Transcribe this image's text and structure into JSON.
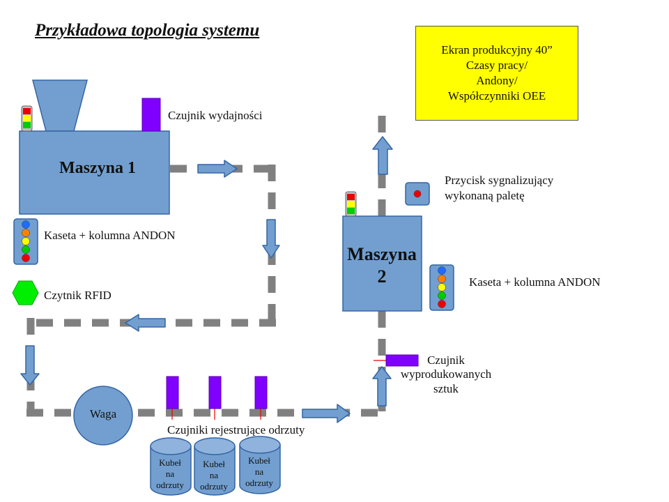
{
  "title": "Przykładowa topologia systemu",
  "panel": {
    "lines": [
      "Ekran produkcyjny 40”",
      "Czasy pracy/",
      "Andony/",
      "Współczynniki OEE"
    ],
    "color": "#ffff00"
  },
  "machine1": {
    "label": "Maszyna 1"
  },
  "machine2": {
    "line1": "Maszyna",
    "line2": "2"
  },
  "labels": {
    "throughput_sensor": "Czujnik wydajności",
    "andon1": "Kaseta + kolumna ANDON",
    "rfid": "Czytnik RFID",
    "button_l1": "Przycisk sygnalizujący",
    "button_l2": "wykonaną paletę",
    "andon2": "Kaseta + kolumna ANDON",
    "produced_l1": "Czujnik",
    "produced_l2": "wyprodukowanych",
    "produced_l3": "sztuk",
    "reject_sensors": "Czujniki rejestrujące odrzuty",
    "scale": "Waga"
  },
  "bins": [
    {
      "line1": "Kubeł",
      "line2": "na",
      "line3": "odrzuty"
    },
    {
      "line1": "Kubeł",
      "line2": "na",
      "line3": "odrzuty"
    },
    {
      "line1": "Kubeł",
      "line2": "na",
      "line3": "odrzuty"
    }
  ],
  "colors": {
    "machine": "#729fcf",
    "machine_border": "#3465a4",
    "sensor": "#8000ff",
    "rfid": "#00ee00",
    "conveyor": "#808080",
    "andon": [
      "#1e6cff",
      "#ff8000",
      "#ffff00",
      "#00cc00",
      "#ee0000"
    ]
  }
}
